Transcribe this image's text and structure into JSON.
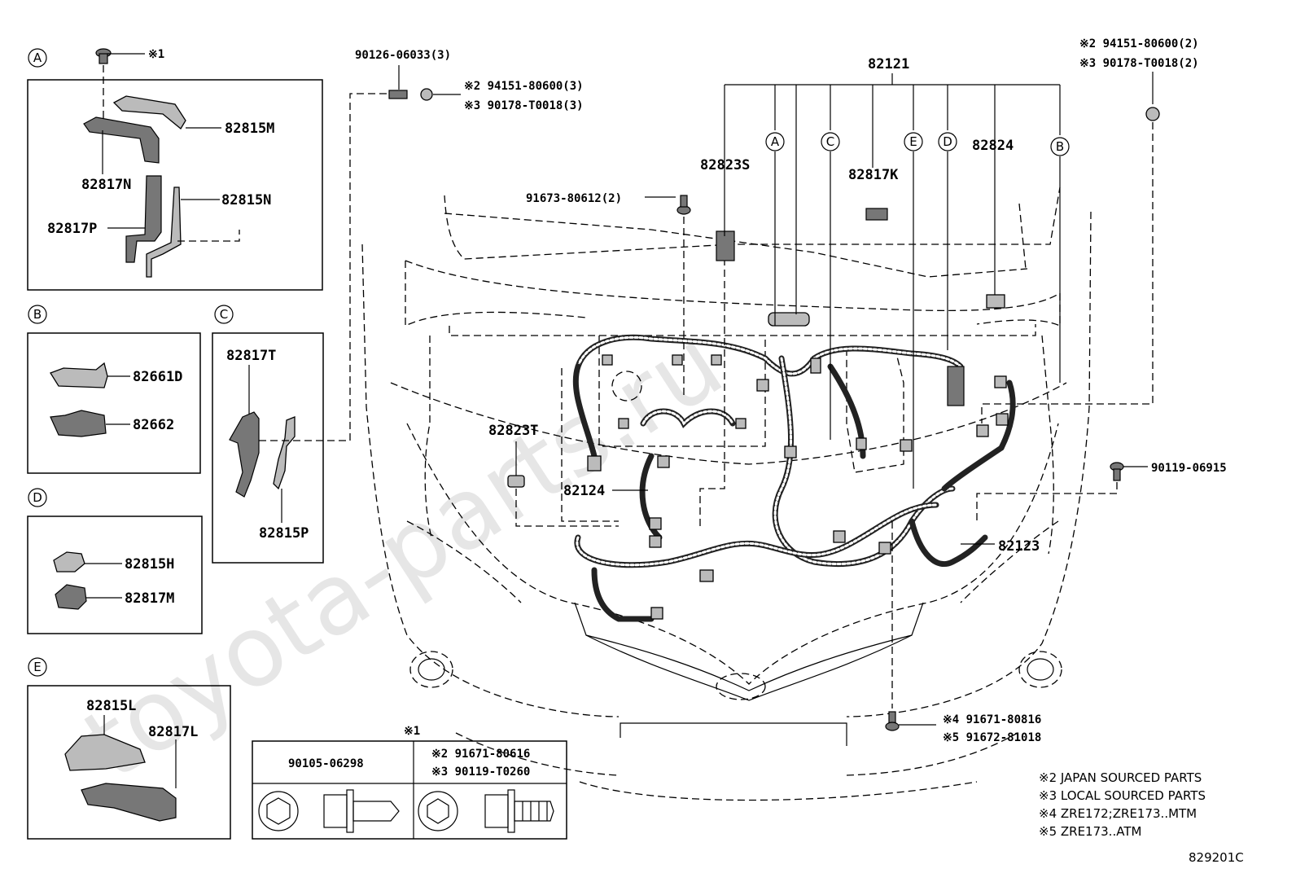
{
  "inset_a": {
    "marker": "A",
    "bolt_note": "※1",
    "parts": [
      "82815M",
      "82817N",
      "82815N",
      "82817P"
    ]
  },
  "inset_b": {
    "marker": "B",
    "parts": [
      "82661D",
      "82662"
    ]
  },
  "inset_c": {
    "marker": "C",
    "parts": [
      "82817T",
      "82815P"
    ]
  },
  "inset_d": {
    "marker": "D",
    "parts": [
      "82815H",
      "82817M"
    ]
  },
  "inset_e": {
    "marker": "E",
    "parts": [
      "82815L",
      "82817L"
    ]
  },
  "top_fasteners": {
    "stud": "90126-06033(3)",
    "nut_japan": "※2 94151-80600(3)",
    "nut_local": "※3 90178-T0018(3)"
  },
  "right_fasteners": {
    "nut_japan": "※2 94151-80600(2)",
    "nut_local": "※3 90178-T0018(2)"
  },
  "main": {
    "harness_top": "82121",
    "markers": [
      "A",
      "C",
      "E",
      "D",
      "B"
    ],
    "relay_block": "82823S",
    "protector": "82817K",
    "clamp": "82824",
    "bolt": "91673-80612(2)",
    "cover": "82823T",
    "harness_front": "82124",
    "harness_side": "82123",
    "bolt_right": "90119-06915",
    "bolt_bottom_a": "※4 91671-80816",
    "bolt_bottom_b": "※5 91672-81018"
  },
  "bolt_table": {
    "header": "※1",
    "col1": "90105-06298",
    "col2_a": "※2 91671-80616",
    "col2_b": "※3 90119-T0260"
  },
  "notes": [
    "※2 JAPAN SOURCED PARTS",
    "※3 LOCAL SOURCED PARTS",
    "※4 ZRE172;ZRE173..MTM",
    "※5 ZRE173..ATM"
  ],
  "diagram_code": "829201C",
  "watermark": "toyota-parts.ru"
}
